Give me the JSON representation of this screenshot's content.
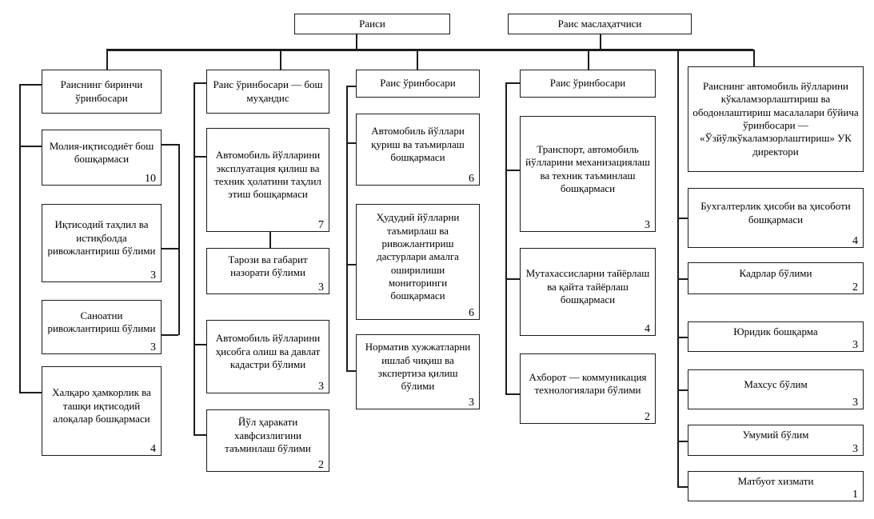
{
  "diagram": {
    "type": "org-chart",
    "language": "uz-cyrillic",
    "colors": {
      "line": "#1c1c1c",
      "box_border": "#1c1c1c",
      "background": "#ffffff",
      "text": "#000000"
    },
    "nodes": [
      {
        "id": "raisi",
        "label": "Раиси",
        "count": ""
      },
      {
        "id": "masl",
        "label": "Раис маслаҳатчиси",
        "count": ""
      },
      {
        "id": "c1h",
        "label": "Раиснинг биринчи ўринбосари",
        "count": ""
      },
      {
        "id": "c1b1",
        "label": "Молия-иқтисодиёт бош бошқармаси",
        "count": "10"
      },
      {
        "id": "c1b2",
        "label": "Иқтисодий таҳлил ва истиқболда ривожлантириш бўлими",
        "count": "3"
      },
      {
        "id": "c1b3",
        "label": "Саноатни ривожлантириш бўлими",
        "count": "3"
      },
      {
        "id": "c1b4",
        "label": "Халқаро ҳамкорлик ва ташқи иқтисодий алоқалар бошқармаси",
        "count": "4"
      },
      {
        "id": "c2h",
        "label": "Раис ўринбосари — бош муҳандис",
        "count": ""
      },
      {
        "id": "c2b1",
        "label": "Автомобиль йўлларини эксплуатация қилиш ва техник ҳолатини таҳлил этиш бошқармаси",
        "count": "7"
      },
      {
        "id": "c2b2",
        "label": "Тарози ва габарит назорати бўлими",
        "count": "3"
      },
      {
        "id": "c2b3",
        "label": "Автомобиль йўлларини ҳисобга олиш ва давлат кадастри бўлими",
        "count": "3"
      },
      {
        "id": "c2b4",
        "label": "Йўл ҳаракати хавфсизлигини таъминлаш бўлими",
        "count": "2"
      },
      {
        "id": "c3h",
        "label": "Раис ўринбосари",
        "count": ""
      },
      {
        "id": "c3b1",
        "label": "Автомобиль йўллари қуриш ва таъмирлаш бошқармаси",
        "count": "6"
      },
      {
        "id": "c3b2",
        "label": "Ҳудудий йўлларни таъмирлаш ва ривожлантириш дастурлари амалга оширилиши мониторинги бошқармаси",
        "count": "6"
      },
      {
        "id": "c3b3",
        "label": "Норматив хужжатларни ишлаб чиқиш ва экспертиза қилиш бўлими",
        "count": "3"
      },
      {
        "id": "c4h",
        "label": "Раис ўринбосари",
        "count": ""
      },
      {
        "id": "c4b1",
        "label": "Транспорт, автомобиль йўлларини механизациялаш ва техник таъминлаш бошқармаси",
        "count": "3"
      },
      {
        "id": "c4b2",
        "label": "Мутахассисларни тайёрлаш ва қайта тайёрлаш бошқармаси",
        "count": "4"
      },
      {
        "id": "c4b3",
        "label": "Ахборот — коммуникация технологиялари бўлими",
        "count": "2"
      },
      {
        "id": "c5h",
        "label": "Раиснинг автомобиль йўлларини кўкаламзорлаштириш ва ободонлаштириш масалалари бўйича ўринбосари — «Ўзйўлкўкаламзорлаштириш» УК директори",
        "count": ""
      },
      {
        "id": "c5b1",
        "label": "Бухгалтерлик ҳисоби ва ҳисоботи бошқармаси",
        "count": "4"
      },
      {
        "id": "c5b2",
        "label": "Кадрлар бўлими",
        "count": "2"
      },
      {
        "id": "c5b3",
        "label": "Юридик бошқарма",
        "count": "3"
      },
      {
        "id": "c5b4",
        "label": "Махсус бўлим",
        "count": "3"
      },
      {
        "id": "c5b5",
        "label": "Умумий бўлим",
        "count": "3"
      },
      {
        "id": "c5b6",
        "label": "Матбуот хизмати",
        "count": "1"
      }
    ]
  }
}
